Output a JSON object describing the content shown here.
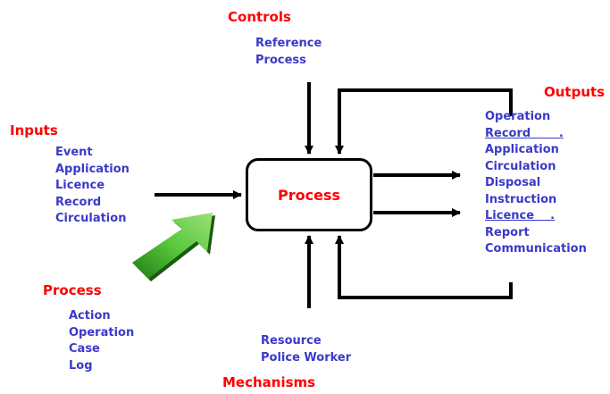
{
  "controls": {
    "heading": "Controls",
    "items": [
      "Reference",
      "Process"
    ]
  },
  "inputs": {
    "heading": "Inputs",
    "items": [
      "Event",
      "Application",
      "Licence",
      "Record",
      "Circulation"
    ]
  },
  "process_list": {
    "heading": "Process",
    "items": [
      "Action",
      "Operation",
      "Case",
      "Log"
    ]
  },
  "outputs": {
    "heading": "Outputs",
    "items": [
      "Operation",
      "Record       .",
      "Application",
      "Circulation",
      "Disposal",
      "Instruction",
      "Licence    .",
      "Report",
      "Communication"
    ]
  },
  "mechanisms": {
    "heading": "Mechanisms",
    "items": [
      "Resource",
      "Police Worker"
    ]
  },
  "center": {
    "label": "Process"
  },
  "colors": {
    "heading": "#ff0000",
    "item_text": "#3a3ac8",
    "lines": "#000000",
    "decor_arrow": "#3aa82a"
  },
  "decor_icon": "green-arrow-icon"
}
